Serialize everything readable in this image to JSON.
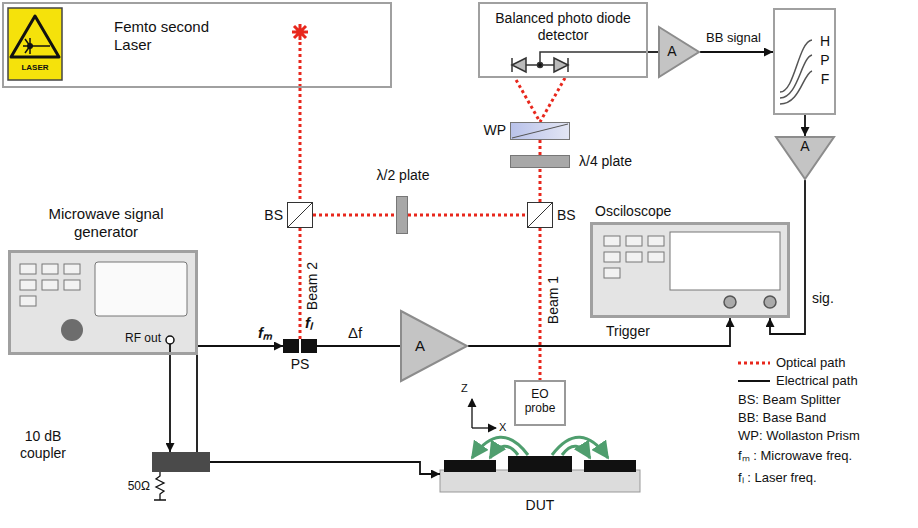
{
  "diagram": {
    "nodes": [
      {
        "text": [
          "Femto second Laser"
        ]
      },
      {
        "text": [
          "Microwave signal generator",
          "RF out"
        ]
      },
      {
        "text": [
          "BS"
        ]
      },
      {
        "text": [
          "λ/2 plate"
        ]
      },
      {
        "text": [
          "BS"
        ]
      },
      {
        "text": [
          "Balanced photo diode detector"
        ]
      },
      {
        "text": [
          "λ/4 plate"
        ]
      },
      {
        "text": [
          "WP"
        ]
      },
      {
        "text": [
          "A"
        ]
      },
      {
        "text": [
          "H P F"
        ]
      },
      {
        "text": [
          "A"
        ]
      },
      {
        "text": [
          "Osciloscope"
        ]
      },
      {
        "text": [
          "PS"
        ]
      },
      {
        "text": [
          "A"
        ]
      },
      {
        "text": [
          "EO probe"
        ]
      },
      {
        "text": [
          "10 dB coupler"
        ]
      },
      {
        "text": [
          "DUT"
        ]
      }
    ],
    "edges": [
      {
        "from": 0,
        "to": 2,
        "arrow": "none"
      },
      {
        "from": 2,
        "to": 3,
        "arrow": "none"
      },
      {
        "from": 3,
        "to": 4,
        "arrow": "none"
      },
      {
        "from": 2,
        "to": 12,
        "arrow": "none",
        "label": "Beam 2"
      },
      {
        "from": 4,
        "to": 14,
        "arrow": "none",
        "label": "Beam 1"
      },
      {
        "from": 4,
        "to": 6,
        "arrow": "none"
      },
      {
        "from": 6,
        "to": 7,
        "arrow": "none"
      },
      {
        "from": 7,
        "to": 5,
        "arrow": "none"
      },
      {
        "from": 1,
        "to": 15,
        "arrow": "to"
      },
      {
        "from": 15,
        "to": 12,
        "arrow": "to",
        "label": "fₘ"
      },
      {
        "from": 15,
        "to": 16,
        "arrow": "to"
      },
      {
        "from": 12,
        "to": 13,
        "arrow": "none",
        "label": "Δf"
      },
      {
        "from": 13,
        "to": 11,
        "arrow": "to",
        "label": "Trigger"
      },
      {
        "from": 5,
        "to": 8,
        "arrow": "none"
      },
      {
        "from": 8,
        "to": 9,
        "arrow": "to",
        "label": "BB signal"
      },
      {
        "from": 9,
        "to": 10,
        "arrow": "to"
      },
      {
        "from": 10,
        "to": 11,
        "arrow": "to",
        "label": "sig."
      }
    ],
    "labels": [
      "LASER",
      "fₗ",
      "Z",
      "X",
      "50Ω"
    ],
    "legend": [
      {
        "text": "Optical path"
      },
      {
        "text": "Electrical path"
      },
      {
        "text": "BS: Beam Splitter"
      },
      {
        "text": "BB: Base Band"
      },
      {
        "text": "WP: Wollaston Prism"
      },
      {
        "text": "fₘ : Microwave freq."
      },
      {
        "text": "fₗ : Laser freq."
      }
    ]
  }
}
